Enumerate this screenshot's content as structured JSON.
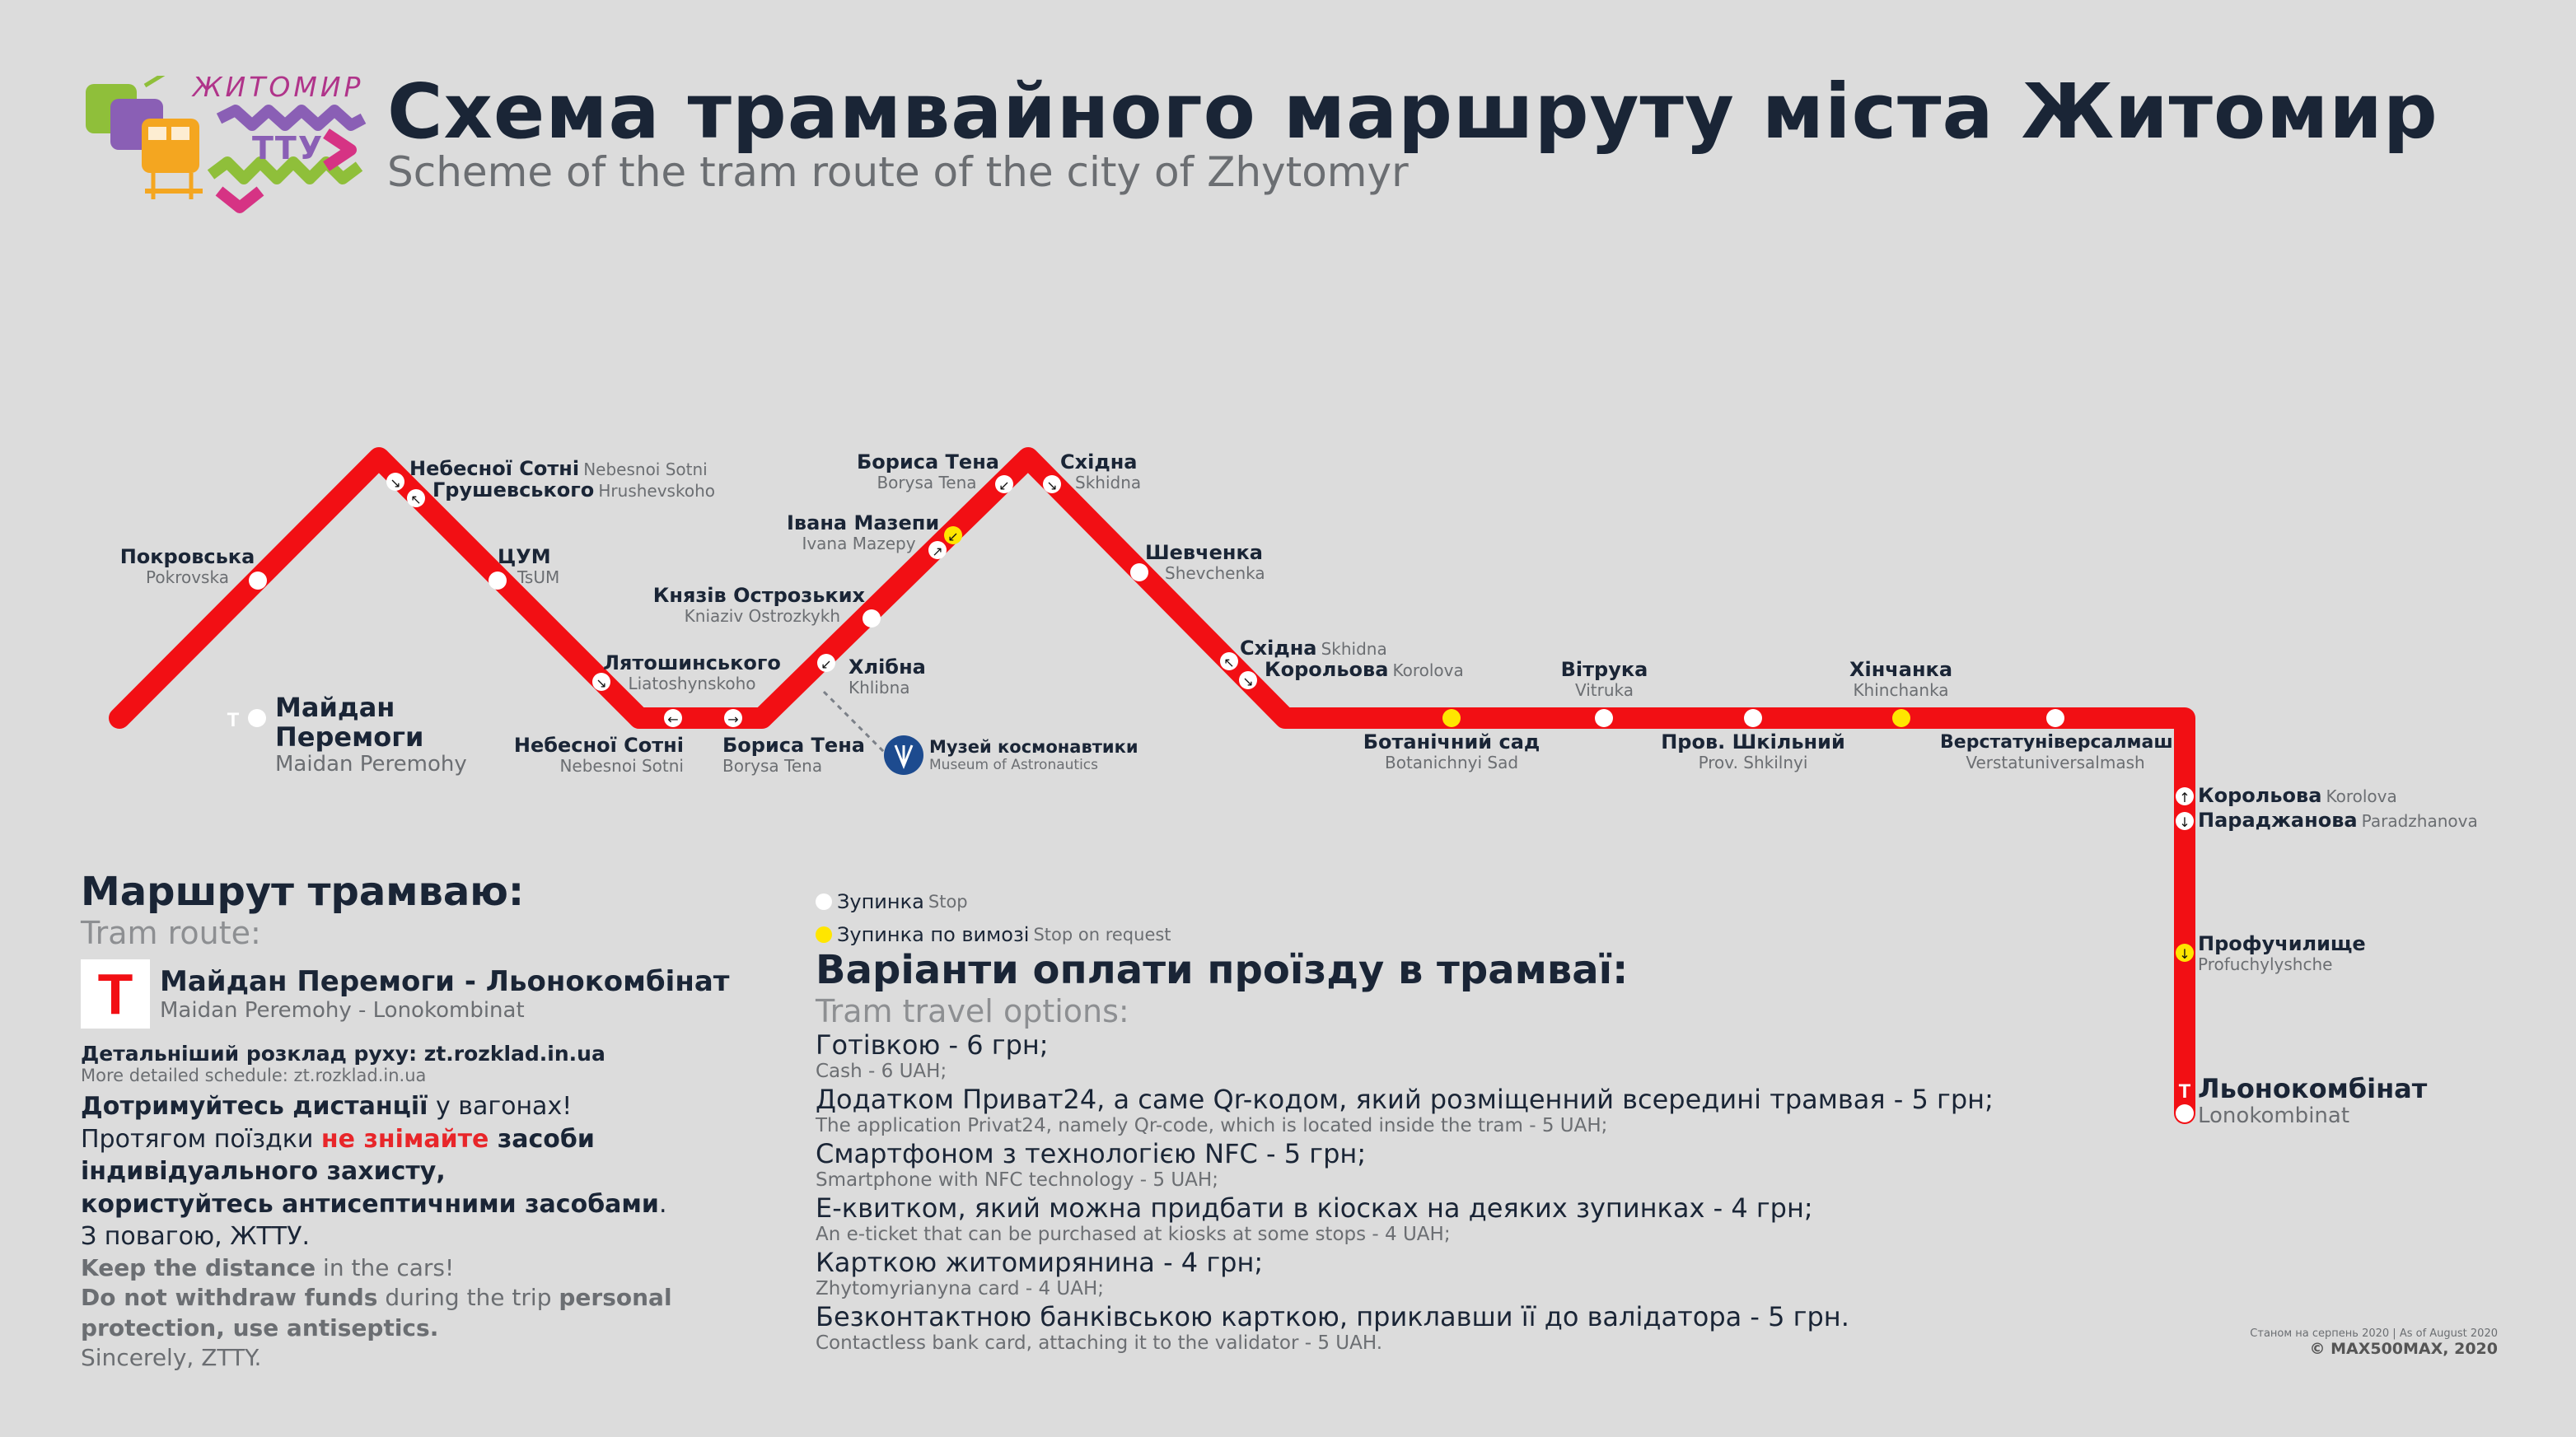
{
  "header": {
    "title": "Схема трамвайного маршруту міста Житомир",
    "subtitle": "Scheme of the tram route of the city of Zhytomyr",
    "logo_city": "ЖИТОМИР",
    "logo_brand": "ТТУ"
  },
  "colors": {
    "route": "#f20f14",
    "stop": "#ffffff",
    "request_stop": "#ffe600",
    "text": "#1a2536",
    "muted": "#6b6e72"
  },
  "stations": {
    "maidan": {
      "ua": "Майдан Перемоги",
      "ua2": "",
      "en": "Maidan Peremohy"
    },
    "pokrovska": {
      "ua": "Покровська",
      "en": "Pokrovska"
    },
    "nebesnoi1": {
      "ua": "Небесної Сотні",
      "en": "Nebesnoi Sotni"
    },
    "hrushevskoho": {
      "ua": "Грушевського",
      "en": "Hrushevskoho"
    },
    "tsum": {
      "ua": "ЦУМ",
      "en": "TsUM"
    },
    "liatoshynskoho": {
      "ua": "Лятошинського",
      "en": "Liatoshynskoho"
    },
    "nebesnoi2": {
      "ua": "Небесної Сотні",
      "en": "Nebesnoi Sotni"
    },
    "borysa1": {
      "ua": "Бориса Тена",
      "en": "Borysa Tena"
    },
    "khlibna": {
      "ua": "Хлібна",
      "en": "Khlibna"
    },
    "kniaziv": {
      "ua": "Князів Острозьких",
      "en": "Kniaziv Ostrozkykh"
    },
    "ivana": {
      "ua": "Івана Мазепи",
      "en": "Ivana Mazepy"
    },
    "borysa2": {
      "ua": "Бориса Тена",
      "en": "Borysa Tena"
    },
    "skhidna1": {
      "ua": "Східна",
      "en": "Skhidna"
    },
    "shevchenka": {
      "ua": "Шевченка",
      "en": "Shevchenka"
    },
    "skhidna2": {
      "ua": "Східна",
      "en": "Skhidna"
    },
    "korolova1": {
      "ua": "Корольова",
      "en": "Korolova"
    },
    "botanichnyi": {
      "ua": "Ботанічний сад",
      "en": "Botanichnyi Sad"
    },
    "vitruka": {
      "ua": "Вітрука",
      "en": "Vitruka"
    },
    "shkilnyi": {
      "ua": "Пров. Шкільний",
      "en": "Prov. Shkilnyi"
    },
    "khinchanka": {
      "ua": "Хінчанка",
      "en": "Khinchanka"
    },
    "verstat": {
      "ua": "Верстатуніверсалмаш",
      "en": "Verstatuniversalmash"
    },
    "korolova2": {
      "ua": "Корольова",
      "en": "Korolova"
    },
    "paradzhanova": {
      "ua": "Параджанова",
      "en": "Paradzhanova"
    },
    "profuch": {
      "ua": "Профучилище",
      "en": "Profuchylyshche"
    },
    "lonokomb": {
      "ua": "Льонокомбінат",
      "en": "Lonokombinat"
    }
  },
  "museum": {
    "ua": "Музей космонавтики",
    "en": "Museum of Astronautics"
  },
  "legend": {
    "stop_ua": "Зупинка",
    "stop_en": "Stop",
    "request_ua": "Зупинка по вимозі",
    "request_en": "Stop on request"
  },
  "route_section": {
    "heading": "Маршрут трамваю:",
    "heading_en": "Tram route:",
    "badge": "T",
    "name": "Майдан Перемоги - Льонокомбінат",
    "name_en": "Maidan Peremohy - Lonokombinat",
    "schedule": "Детальніший розклад руху: zt.rozklad.in.ua",
    "schedule_en": "More detailed schedule: zt.rozklad.in.ua",
    "msg1a": "Дотримуйтесь дистанції",
    "msg1b": " у вагонах!",
    "msg2a": "Протягом поїздки ",
    "msg2b": "не знімайте",
    "msg2c": " засоби",
    "msg3": "індивідуального захисту,",
    "msg4a": "користуйтесь антисептичними засобами",
    "msg4b": ".",
    "msg5": "З повагою, ЖТТУ.",
    "en1a": "Keep the distance",
    "en1b": " in the cars!",
    "en2a": "Do not withdraw funds",
    "en2b": " during the trip ",
    "en2c": "personal",
    "en3": "protection, use antiseptics.",
    "en4": "Sincerely, ZTTY."
  },
  "payment": {
    "heading": "Варіанти оплати проїзду в трамваї:",
    "heading_en": "Tram travel options:",
    "items": [
      {
        "ua": "Готівкою - 6 грн;",
        "en": "Cash - 6 UAH;"
      },
      {
        "ua": "Додатком Приват24, а саме Qr-кодом, який розміщенний всередині трамвая - 5 грн;",
        "en": "The application Privat24, namely Qr-code, which is located inside the tram - 5 UAH;"
      },
      {
        "ua": "Смартфоном з технологією NFC - 5 грн;",
        "en": "Smartphone with NFC technology - 5 UAH;"
      },
      {
        "ua": "Е-квитком, який можна придбати в кіосках на деяких зупинках - 4 грн;",
        "en": "An e-ticket that can be purchased at kiosks at some stops - 4 UAH;"
      },
      {
        "ua": "Карткою житомирянина - 4 грн;",
        "en": "Zhytomyrianyna card - 4 UAH;"
      },
      {
        "ua": "Безконтактною банківською карткою, приклавши її до валідатора - 5 грн.",
        "en": "Contactless bank card, attaching it to the validator - 5 UAH."
      }
    ]
  },
  "footer": {
    "asof": "Станом на серпень 2020 | As of August 2020",
    "copy": "© MAX500MAX, 2020"
  }
}
